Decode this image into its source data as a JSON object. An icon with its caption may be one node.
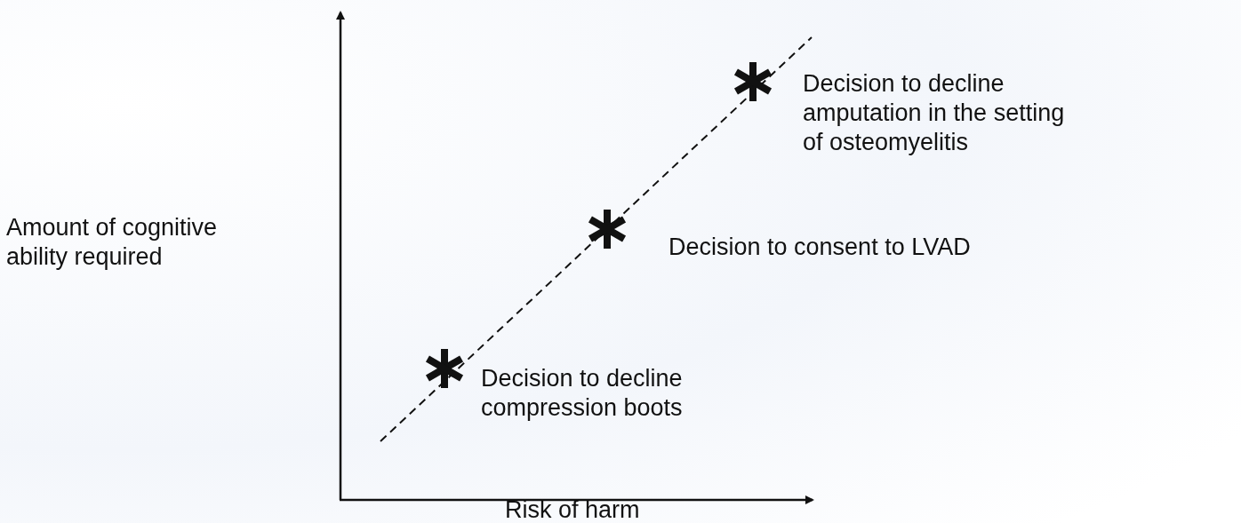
{
  "diagram": {
    "labels": [
      "Decision to decline amputation in the setting of osteomyelitis",
      "Amount of cognitive ability required",
      "Decision to consent to LVAD",
      "Decision to decline compression boots",
      "Risk of harm"
    ]
  }
}
